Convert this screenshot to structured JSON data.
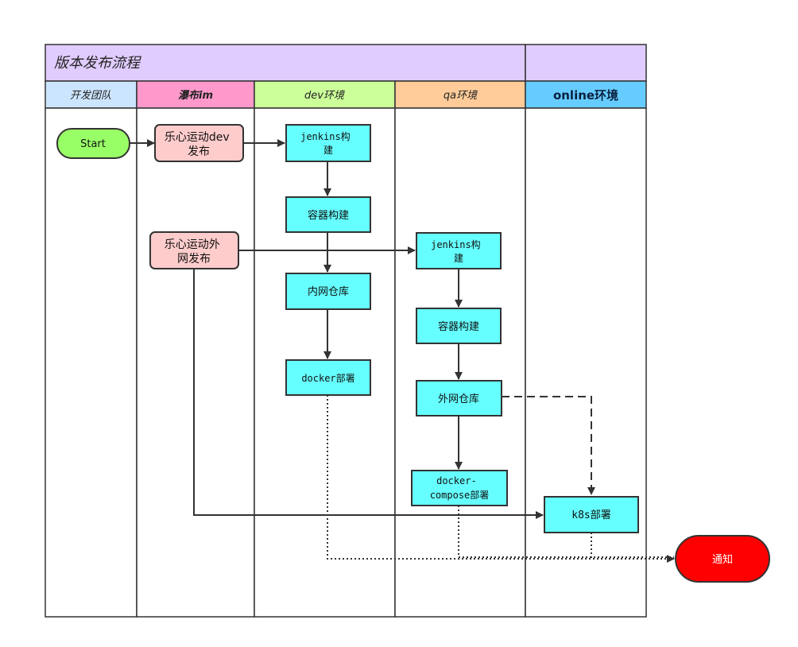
{
  "title": "版本发布流程",
  "lanes": [
    {
      "label": "开发团队",
      "color": "#cce5ff"
    },
    {
      "label": "瀑布im",
      "color": "#ff99cc"
    },
    {
      "label": "dev环境",
      "color": "#ccff99"
    },
    {
      "label": "qa环境",
      "color": "#ffcc99"
    },
    {
      "label": "online环境",
      "color": "#66ccff"
    }
  ],
  "nodes": {
    "start": {
      "text": "Start"
    },
    "dev_release": {
      "lines": [
        "乐心运动dev",
        "发布"
      ]
    },
    "ext_release": {
      "lines": [
        "乐心运动外",
        "网发布"
      ]
    },
    "jenkins_dev": {
      "lines": [
        "jenkins构",
        "建"
      ]
    },
    "container_dev": {
      "lines": [
        "容器构建"
      ]
    },
    "intranet_repo": {
      "lines": [
        "内网仓库"
      ]
    },
    "docker_deploy": {
      "lines": [
        "docker部署"
      ]
    },
    "jenkins_qa": {
      "lines": [
        "jenkins构",
        "建"
      ]
    },
    "container_qa": {
      "lines": [
        "容器构建"
      ]
    },
    "extranet_repo": {
      "lines": [
        "外网仓库"
      ]
    },
    "compose_deploy": {
      "lines": [
        "docker-",
        "compose部署"
      ]
    },
    "k8s_deploy": {
      "lines": [
        "k8s部署"
      ]
    },
    "notify": {
      "text": "通知"
    }
  },
  "colors": {
    "header": "#e0ccff",
    "process": "#66ffff",
    "release": "#ffcccc",
    "start": "#99ff66",
    "end": "#ff0000",
    "line": "#333333"
  }
}
